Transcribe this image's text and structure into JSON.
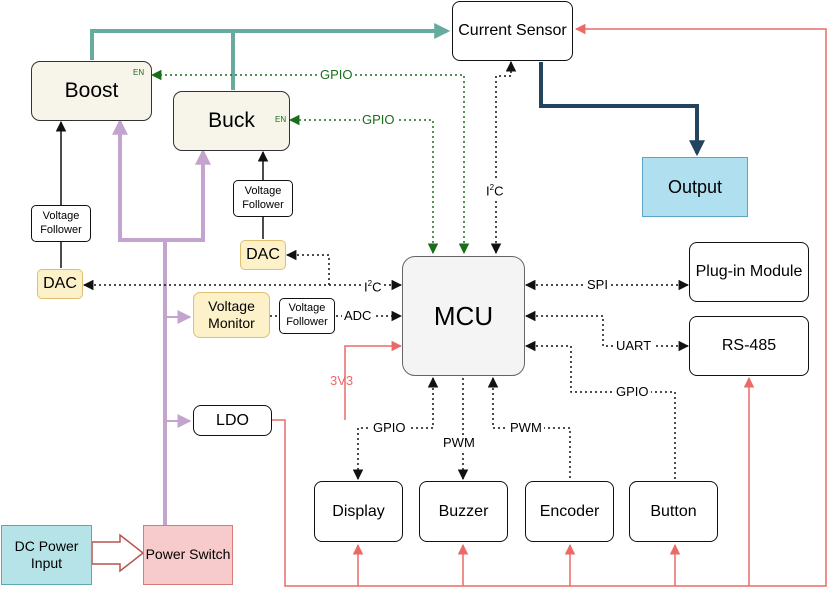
{
  "blocks": {
    "boost": "Boost",
    "buck": "Buck",
    "current_sensor": "Current Sensor",
    "output": "Output",
    "dac_left": "DAC",
    "dac_top": "DAC",
    "follower_boost": "Voltage Follower",
    "follower_buck": "Voltage Follower",
    "voltage_monitor": "Voltage Monitor",
    "follower_adc": "Voltage Follower",
    "ldo": "LDO",
    "mcu": "MCU",
    "plugin": "Plug-in Module",
    "rs485": "RS-485",
    "display": "Display",
    "buzzer": "Buzzer",
    "encoder": "Encoder",
    "button": "Button",
    "dc_power": "DC Power Input",
    "power_switch": "Power Switch"
  },
  "enable_tags": {
    "boost": "EN",
    "buck": "EN"
  },
  "signals": {
    "gpio_boost": "GPIO",
    "gpio_buck": "GPIO",
    "i2c_sensor": "I",
    "i2c_dac": "I",
    "i2c_sup": "2",
    "i2c_c": "C",
    "spi": "SPI",
    "uart": "UART",
    "adc": "ADC",
    "v3v3": "3V3",
    "gpio_display": "GPIO",
    "pwm_buzzer": "PWM",
    "pwm_encoder": "PWM",
    "gpio_button": "GPIO"
  },
  "colors": {
    "power_path": "#67ab9f",
    "output_path": "#23445d",
    "input_rail": "#c3a4cf",
    "supply_3v3": "#ea6b66",
    "enable_signal": "#1a6e1a",
    "signal": "#111111"
  }
}
